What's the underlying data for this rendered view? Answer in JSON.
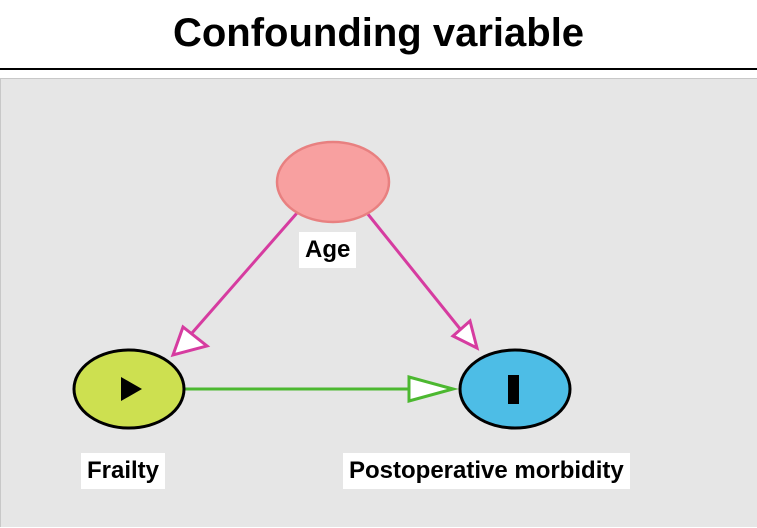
{
  "title": "Confounding variable",
  "colors": {
    "confounder_fill": "#f8a0a0",
    "confounder_stroke": "#e88080",
    "exposure_fill": "#cde050",
    "outcome_fill": "#4dbde6",
    "confounder_arrow": "#d63ca0",
    "causal_arrow": "#4cb830",
    "background": "#e6e6e6"
  },
  "nodes": {
    "confounder": {
      "label": "Age",
      "role": "confounder"
    },
    "exposure": {
      "label": "Frailty",
      "role": "exposure",
      "icon": "play-icon"
    },
    "outcome": {
      "label": "Postoperative morbidity",
      "role": "outcome",
      "icon": "bar-icon"
    }
  },
  "edges": [
    {
      "from": "confounder",
      "to": "exposure"
    },
    {
      "from": "confounder",
      "to": "outcome"
    },
    {
      "from": "exposure",
      "to": "outcome"
    }
  ]
}
